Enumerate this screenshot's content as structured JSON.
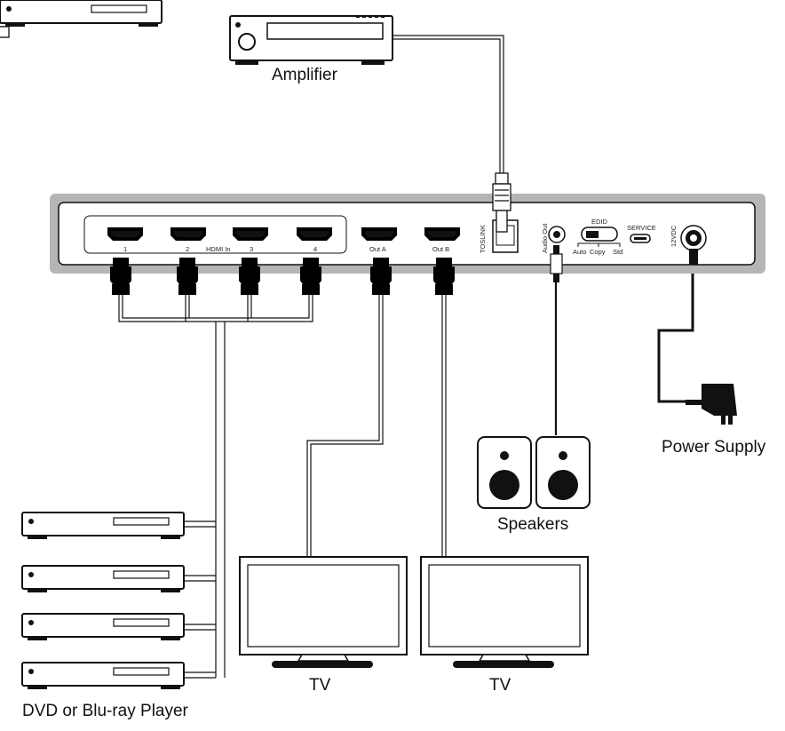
{
  "labels": {
    "amplifier": "Amplifier",
    "speakers": "Speakers",
    "power_supply": "Power Supply",
    "tv_a": "TV",
    "tv_b": "TV",
    "player": "DVD or Blu-ray Player"
  },
  "device_panel": {
    "hdmi_in_label": "HDMI In",
    "hdmi_in_ports": [
      "1",
      "2",
      "3",
      "4"
    ],
    "out_a": "Out A",
    "out_b": "Out B",
    "toslink": "TOSLINK",
    "audio_out": "Audio Out",
    "edid": "EDID",
    "edid_modes": [
      "Auto",
      "Copy",
      "Std"
    ],
    "service": "SERVICE",
    "power": "12VDC"
  },
  "colors": {
    "line": "#111111",
    "panel_gray": "#b5b5b5",
    "device_bg": "#ffffff"
  }
}
